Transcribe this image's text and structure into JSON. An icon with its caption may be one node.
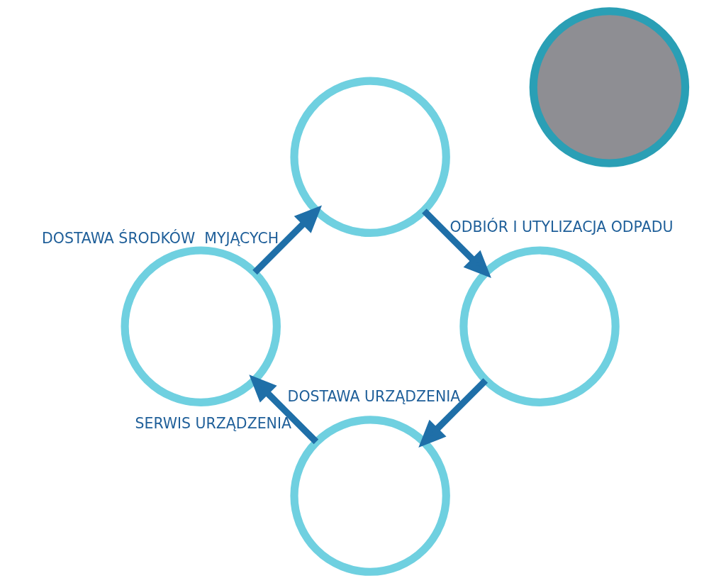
{
  "diagram": {
    "nodes": [
      {
        "text": [],
        "shape": "circle"
      },
      {
        "text": [],
        "shape": "circle"
      },
      {
        "text": [],
        "shape": "circle"
      },
      {
        "text": [],
        "shape": "circle"
      },
      {
        "text": [],
        "shape": "circle"
      }
    ],
    "edges": [
      {
        "from": 3,
        "to": 0,
        "arrow": "to",
        "label": "DOSTAWA URZĄDZENIA"
      },
      {
        "from": 0,
        "to": 1,
        "arrow": "to",
        "label": "SERWIS URZĄDZENIA"
      },
      {
        "from": 1,
        "to": 2,
        "arrow": "to",
        "label": "DOSTAWA ŚRODKÓW  MYJĄCYCH"
      },
      {
        "from": 2,
        "to": 3,
        "arrow": "to",
        "label": "ODBIÓR I UTYLIZACJA ODPADU"
      }
    ]
  }
}
